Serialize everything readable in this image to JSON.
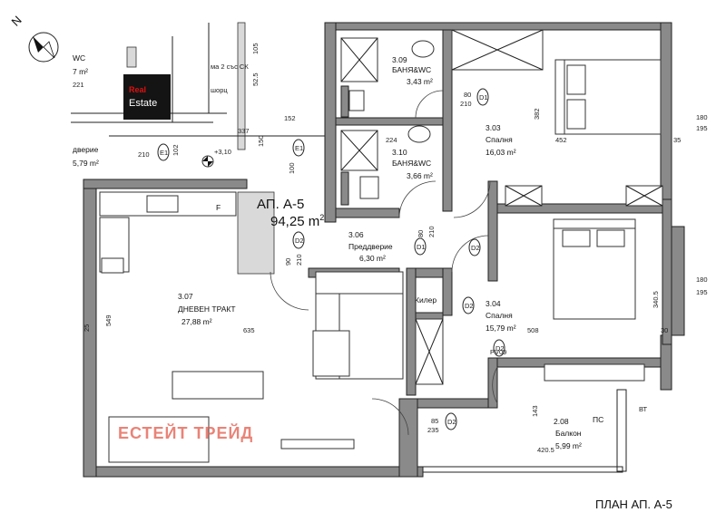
{
  "north_label": "N",
  "logo": {
    "line1": "Real",
    "line2": "Estate",
    "bg_color": "#141414",
    "accent_color": "#d11a1a"
  },
  "apartment": {
    "title": "АП. А-5",
    "area_value": "94,25 m",
    "area_unit_sup": "2"
  },
  "plan_caption": "ПЛАН АП. А-5",
  "watermark": "ЕСТЕЙТ ТРЕЙД",
  "colors": {
    "wall": "#8a8a8a",
    "watermark": "#e35a4a"
  },
  "rooms": [
    {
      "id": "bath-1",
      "number": "3.09",
      "name": "БАНЯ&WC",
      "area": "3,43 m²"
    },
    {
      "id": "bedroom-1",
      "number": "3.03",
      "name": "Спалня",
      "area": "16,03 m²"
    },
    {
      "id": "bath-2",
      "number": "3.10",
      "name": "БАНЯ&WC",
      "area": "3,66 m²"
    },
    {
      "id": "hall",
      "number": "3.06",
      "name": "Преддверие",
      "area": "6,30 m²"
    },
    {
      "id": "living",
      "number": "3.07",
      "name": "ДНЕВЕН ТРАКТ",
      "area": "27,88 m²"
    },
    {
      "id": "bedroom-2",
      "number": "3.04",
      "name": "Спалня",
      "area": "15,79 m²"
    },
    {
      "id": "balcony",
      "number": "2.08",
      "name": "Балкон",
      "area": "5,99 m²"
    },
    {
      "id": "storage",
      "number": "",
      "name": "Килер",
      "area": ""
    },
    {
      "id": "left-hall",
      "number": "",
      "name": "дверие",
      "area": "5,79 m²"
    }
  ],
  "labels": {
    "wc_partial": "WC",
    "m2_partial": "7 m²",
    "n221": "221",
    "note1": "ма 2 със СК",
    "note2": "шорц",
    "level": "+3,10",
    "ps": "ПС",
    "vt": "ВТ",
    "pv_tag": "PV09",
    "letter_f": "F",
    "door_codes": [
      "E1",
      "E1",
      "D1",
      "D1",
      "D2",
      "D2",
      "D2",
      "D2",
      "D2"
    ]
  },
  "dimensions": [
    "337",
    "152",
    "224",
    "452",
    "382",
    "150",
    "100",
    "210",
    "102",
    "549",
    "635",
    "508",
    "340.5",
    "420.5",
    "143",
    "180",
    "195",
    "35",
    "25",
    "30",
    "80",
    "90",
    "85",
    "235",
    "52.5",
    "105"
  ]
}
